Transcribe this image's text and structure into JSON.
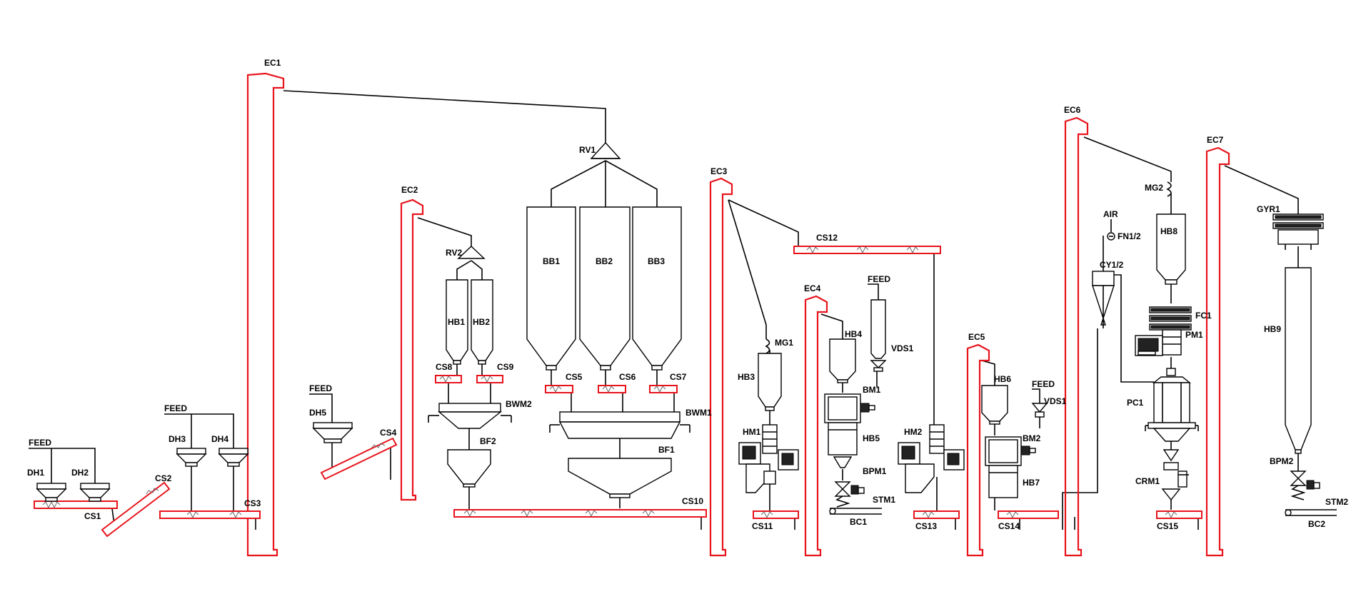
{
  "colors": {
    "line": "#000000",
    "conveyor": "#e8141c",
    "screw": "#6b6b6b",
    "background": "#ffffff"
  },
  "labels": {
    "feed1": "FEED",
    "feed2": "FEED",
    "feed3": "FEED",
    "feed4": "FEED",
    "feed5": "FEED",
    "dh1": "DH1",
    "dh2": "DH2",
    "dh3": "DH3",
    "dh4": "DH4",
    "dh5": "DH5",
    "cs1": "CS1",
    "cs2": "CS2",
    "cs3": "CS3",
    "cs4": "CS4",
    "cs5": "CS5",
    "cs6": "CS6",
    "cs7": "CS7",
    "cs8": "CS8",
    "cs9": "CS9",
    "cs10": "CS10",
    "cs11": "CS11",
    "cs12": "CS12",
    "cs13": "CS13",
    "cs14": "CS14",
    "cs15": "CS15",
    "ec1": "EC1",
    "ec2": "EC2",
    "ec3": "EC3",
    "ec4": "EC4",
    "ec5": "EC5",
    "ec6": "EC6",
    "ec7": "EC7",
    "rv1": "RV1",
    "rv2": "RV2",
    "hb1": "HB1",
    "hb2": "HB2",
    "hb3": "HB3",
    "hb4": "HB4",
    "hb5": "HB5",
    "hb6": "HB6",
    "hb7": "HB7",
    "hb8": "HB8",
    "hb9": "HB9",
    "bb1": "BB1",
    "bb2": "BB2",
    "bb3": "BB3",
    "bwm1": "BWM1",
    "bwm2": "BWM2",
    "bf1": "BF1",
    "bf2": "BF2",
    "mg1": "MG1",
    "mg2": "MG2",
    "hm1": "HM1",
    "hm2": "HM2",
    "vds1a": "VDS1",
    "vds1b": "VDS1",
    "bm1": "BM1",
    "bm2": "BM2",
    "bpm1": "BPM1",
    "bpm2": "BPM2",
    "stm1": "STM1",
    "stm2": "STM2",
    "bc1": "BC1",
    "bc2": "BC2",
    "air": "AIR",
    "fn12": "FN1/2",
    "cy12": "CY1/2",
    "fc1": "FC1",
    "pm1": "PM1",
    "pc1": "PC1",
    "crm1": "CRM1",
    "gyr1": "GYR1"
  }
}
